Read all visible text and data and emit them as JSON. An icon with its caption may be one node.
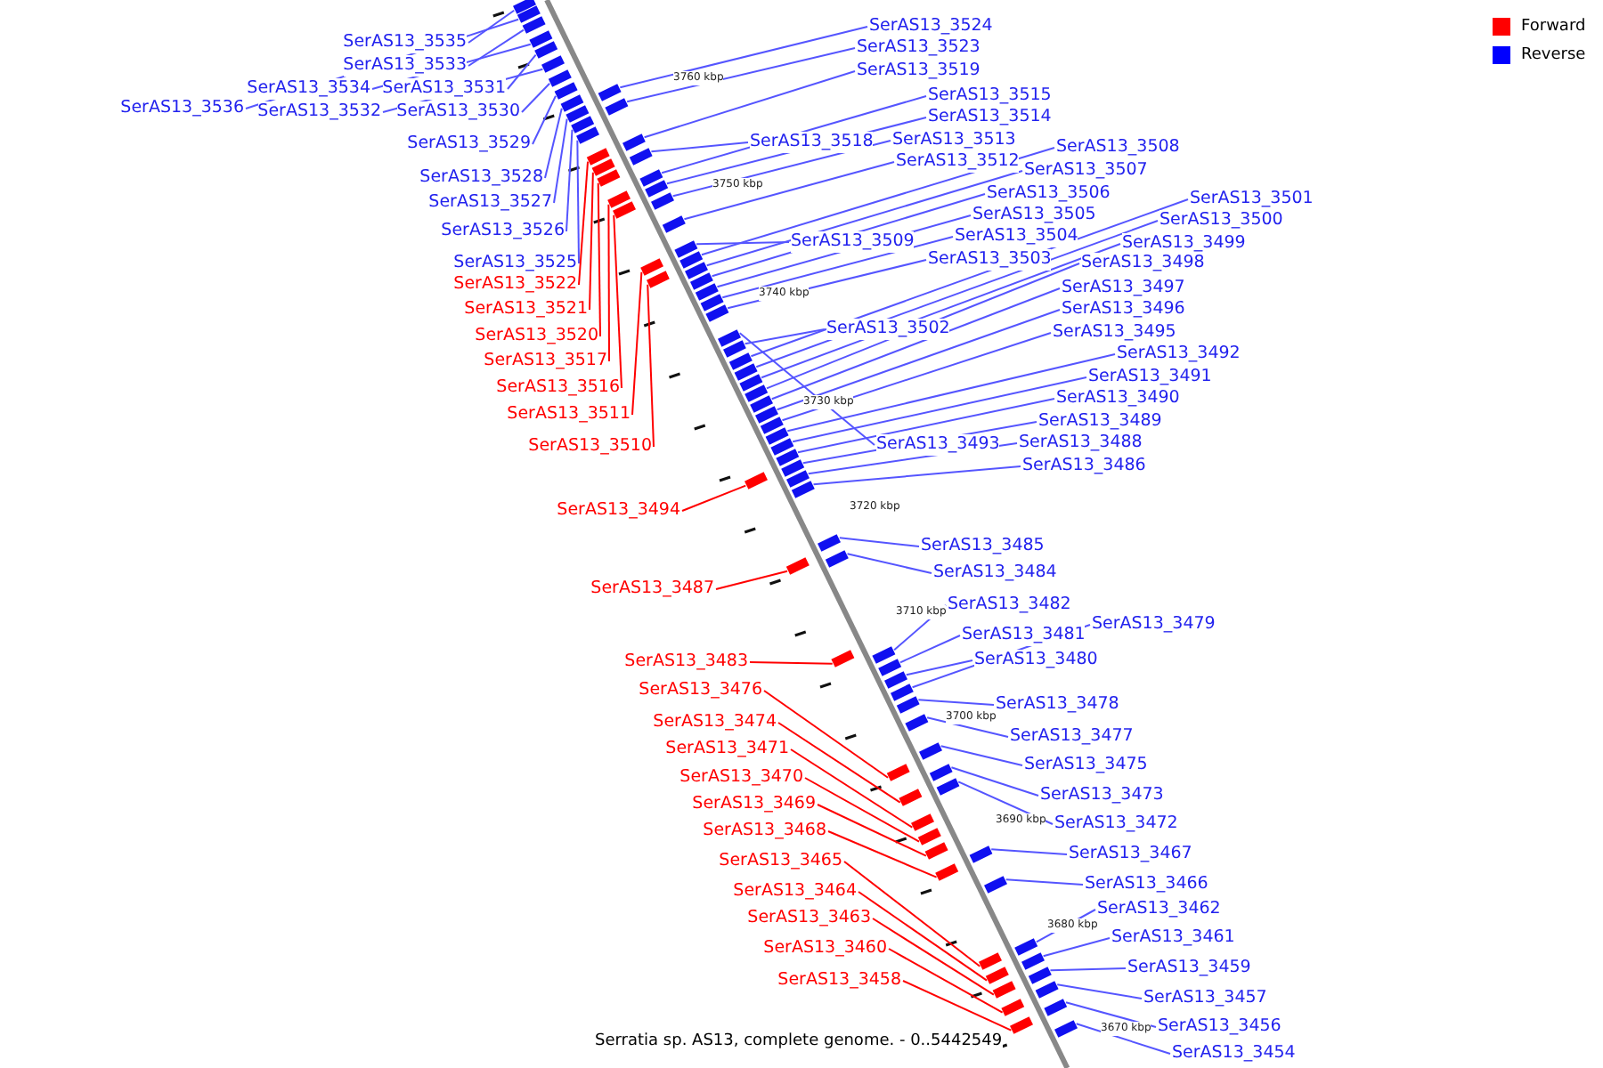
{
  "diagram": {
    "caption": "Serratia sp. AS13, complete genome. - 0..5442549",
    "nodes": [
      {
        "text": [
          "SerAS13_3535"
        ]
      },
      {
        "text": [
          "SerAS13_3533"
        ]
      },
      {
        "text": [
          "SerAS13_3534"
        ]
      },
      {
        "text": [
          "SerAS13_3531"
        ]
      },
      {
        "text": [
          "SerAS13_3536"
        ]
      },
      {
        "text": [
          "SerAS13_3532"
        ]
      },
      {
        "text": [
          "SerAS13_3530"
        ]
      },
      {
        "text": [
          "SerAS13_3529"
        ]
      },
      {
        "text": [
          "SerAS13_3528"
        ]
      },
      {
        "text": [
          "SerAS13_3527"
        ]
      },
      {
        "text": [
          "SerAS13_3526"
        ]
      },
      {
        "text": [
          "SerAS13_3525"
        ]
      },
      {
        "text": [
          "SerAS13_3522"
        ]
      },
      {
        "text": [
          "SerAS13_3521"
        ]
      },
      {
        "text": [
          "SerAS13_3520"
        ]
      },
      {
        "text": [
          "SerAS13_3517"
        ]
      },
      {
        "text": [
          "SerAS13_3516"
        ]
      },
      {
        "text": [
          "SerAS13_3511"
        ]
      },
      {
        "text": [
          "SerAS13_3510"
        ]
      },
      {
        "text": [
          "SerAS13_3494"
        ]
      },
      {
        "text": [
          "SerAS13_3487"
        ]
      },
      {
        "text": [
          "SerAS13_3483"
        ]
      },
      {
        "text": [
          "SerAS13_3476"
        ]
      },
      {
        "text": [
          "SerAS13_3474"
        ]
      },
      {
        "text": [
          "SerAS13_3471"
        ]
      },
      {
        "text": [
          "SerAS13_3470"
        ]
      },
      {
        "text": [
          "SerAS13_3469"
        ]
      },
      {
        "text": [
          "SerAS13_3468"
        ]
      },
      {
        "text": [
          "SerAS13_3465"
        ]
      },
      {
        "text": [
          "SerAS13_3464"
        ]
      },
      {
        "text": [
          "SerAS13_3463"
        ]
      },
      {
        "text": [
          "SerAS13_3460"
        ]
      },
      {
        "text": [
          "SerAS13_3458"
        ]
      },
      {
        "text": [
          "SerAS13_3524"
        ]
      },
      {
        "text": [
          "SerAS13_3523"
        ]
      },
      {
        "text": [
          "SerAS13_3519"
        ]
      },
      {
        "text": [
          "SerAS13_3515"
        ]
      },
      {
        "text": [
          "SerAS13_3514"
        ]
      },
      {
        "text": [
          "SerAS13_3518"
        ]
      },
      {
        "text": [
          "SerAS13_3513"
        ]
      },
      {
        "text": [
          "SerAS13_3512"
        ]
      },
      {
        "text": [
          "SerAS13_3508"
        ]
      },
      {
        "text": [
          "SerAS13_3507"
        ]
      },
      {
        "text": [
          "SerAS13_3506"
        ]
      },
      {
        "text": [
          "SerAS13_3505"
        ]
      },
      {
        "text": [
          "SerAS13_3504"
        ]
      },
      {
        "text": [
          "SerAS13_3503"
        ]
      },
      {
        "text": [
          "SerAS13_3509"
        ]
      },
      {
        "text": [
          "SerAS13_3501"
        ]
      },
      {
        "text": [
          "SerAS13_3500"
        ]
      },
      {
        "text": [
          "SerAS13_3499"
        ]
      },
      {
        "text": [
          "SerAS13_3498"
        ]
      },
      {
        "text": [
          "SerAS13_3497"
        ]
      },
      {
        "text": [
          "SerAS13_3496"
        ]
      },
      {
        "text": [
          "SerAS13_3495"
        ]
      },
      {
        "text": [
          "SerAS13_3502"
        ]
      },
      {
        "text": [
          "SerAS13_3492"
        ]
      },
      {
        "text": [
          "SerAS13_3491"
        ]
      },
      {
        "text": [
          "SerAS13_3490"
        ]
      },
      {
        "text": [
          "SerAS13_3489"
        ]
      },
      {
        "text": [
          "SerAS13_3488"
        ]
      },
      {
        "text": [
          "SerAS13_3486"
        ]
      },
      {
        "text": [
          "SerAS13_3493"
        ]
      },
      {
        "text": [
          "SerAS13_3485"
        ]
      },
      {
        "text": [
          "SerAS13_3484"
        ]
      },
      {
        "text": [
          "SerAS13_3482"
        ]
      },
      {
        "text": [
          "SerAS13_3481"
        ]
      },
      {
        "text": [
          "SerAS13_3479"
        ]
      },
      {
        "text": [
          "SerAS13_3480"
        ]
      },
      {
        "text": [
          "SerAS13_3478"
        ]
      },
      {
        "text": [
          "SerAS13_3477"
        ]
      },
      {
        "text": [
          "SerAS13_3475"
        ]
      },
      {
        "text": [
          "SerAS13_3473"
        ]
      },
      {
        "text": [
          "SerAS13_3472"
        ]
      },
      {
        "text": [
          "SerAS13_3467"
        ]
      },
      {
        "text": [
          "SerAS13_3466"
        ]
      },
      {
        "text": [
          "SerAS13_3462"
        ]
      },
      {
        "text": [
          "SerAS13_3461"
        ]
      },
      {
        "text": [
          "SerAS13_3459"
        ]
      },
      {
        "text": [
          "SerAS13_3457"
        ]
      },
      {
        "text": [
          "SerAS13_3456"
        ]
      },
      {
        "text": [
          "SerAS13_3454"
        ]
      },
      {
        "text": [],
        "shape": "box"
      },
      {
        "text": [],
        "shape": "box"
      },
      {
        "text": [],
        "shape": "box"
      },
      {
        "text": [],
        "shape": "box"
      },
      {
        "text": [],
        "shape": "box"
      },
      {
        "text": [],
        "shape": "box"
      },
      {
        "text": [],
        "shape": "box"
      },
      {
        "text": [],
        "shape": "box"
      },
      {
        "text": [],
        "shape": "box"
      },
      {
        "text": [],
        "shape": "box"
      },
      {
        "text": [],
        "shape": "box"
      },
      {
        "text": [],
        "shape": "box"
      },
      {
        "text": [],
        "shape": "box"
      },
      {
        "text": [],
        "shape": "box"
      },
      {
        "text": [],
        "shape": "box"
      },
      {
        "text": [],
        "shape": "box"
      },
      {
        "text": [],
        "shape": "box"
      },
      {
        "text": [],
        "shape": "box"
      },
      {
        "text": [],
        "shape": "box"
      },
      {
        "text": [],
        "shape": "box"
      },
      {
        "text": [],
        "shape": "box"
      },
      {
        "text": [],
        "shape": "box"
      },
      {
        "text": [],
        "shape": "box"
      },
      {
        "text": [],
        "shape": "box"
      },
      {
        "text": [],
        "shape": "box"
      },
      {
        "text": [],
        "shape": "box"
      },
      {
        "text": [],
        "shape": "box"
      },
      {
        "text": [],
        "shape": "box"
      },
      {
        "text": [],
        "shape": "box"
      },
      {
        "text": [],
        "shape": "box"
      },
      {
        "text": [],
        "shape": "box"
      },
      {
        "text": [],
        "shape": "box"
      },
      {
        "text": [],
        "shape": "box"
      },
      {
        "text": [],
        "shape": "box"
      },
      {
        "text": [],
        "shape": "box"
      },
      {
        "text": [],
        "shape": "box"
      },
      {
        "text": [],
        "shape": "box"
      },
      {
        "text": [],
        "shape": "box"
      },
      {
        "text": [],
        "shape": "box"
      },
      {
        "text": [],
        "shape": "box"
      },
      {
        "text": [],
        "shape": "box"
      },
      {
        "text": [],
        "shape": "box"
      },
      {
        "text": [],
        "shape": "box"
      },
      {
        "text": [],
        "shape": "box"
      },
      {
        "text": [],
        "shape": "box"
      },
      {
        "text": [],
        "shape": "box"
      },
      {
        "text": [],
        "shape": "box"
      },
      {
        "text": [],
        "shape": "box"
      },
      {
        "text": [],
        "shape": "box"
      },
      {
        "text": [],
        "shape": "box"
      },
      {
        "text": [],
        "shape": "box"
      },
      {
        "text": [],
        "shape": "box"
      },
      {
        "text": [],
        "shape": "box"
      },
      {
        "text": [],
        "shape": "box"
      },
      {
        "text": [],
        "shape": "box"
      },
      {
        "text": [],
        "shape": "box"
      },
      {
        "text": [],
        "shape": "box"
      },
      {
        "text": [],
        "shape": "box"
      },
      {
        "text": [],
        "shape": "box"
      },
      {
        "text": [],
        "shape": "box"
      },
      {
        "text": [],
        "shape": "box"
      },
      {
        "text": [],
        "shape": "box"
      },
      {
        "text": [],
        "shape": "box"
      },
      {
        "text": [],
        "shape": "box"
      },
      {
        "text": [],
        "shape": "box"
      },
      {
        "text": [],
        "shape": "box"
      },
      {
        "text": [],
        "shape": "box"
      },
      {
        "text": [],
        "shape": "box"
      },
      {
        "text": [],
        "shape": "box"
      },
      {
        "text": [],
        "shape": "box"
      },
      {
        "text": [],
        "shape": "box"
      },
      {
        "text": [],
        "shape": "box"
      },
      {
        "text": [],
        "shape": "box"
      },
      {
        "text": [],
        "shape": "box"
      },
      {
        "text": [],
        "shape": "box"
      },
      {
        "text": [],
        "shape": "box"
      },
      {
        "text": [],
        "shape": "box"
      },
      {
        "text": [],
        "shape": "box"
      },
      {
        "text": [],
        "shape": "box"
      },
      {
        "text": [],
        "shape": "box"
      },
      {
        "text": [],
        "shape": "box"
      },
      {
        "text": [],
        "shape": "box"
      }
    ],
    "edges": [
      {
        "from": 0,
        "to": 82,
        "arrow": "none"
      },
      {
        "from": 1,
        "to": 83,
        "arrow": "none"
      },
      {
        "from": 2,
        "to": 84,
        "arrow": "none"
      },
      {
        "from": 3,
        "to": 85,
        "arrow": "none"
      },
      {
        "from": 4,
        "to": 86,
        "arrow": "none"
      },
      {
        "from": 5,
        "to": 87,
        "arrow": "none"
      },
      {
        "from": 6,
        "to": 88,
        "arrow": "none"
      },
      {
        "from": 7,
        "to": 89,
        "arrow": "none"
      },
      {
        "from": 8,
        "to": 90,
        "arrow": "none"
      },
      {
        "from": 9,
        "to": 91,
        "arrow": "none"
      },
      {
        "from": 10,
        "to": 92,
        "arrow": "none"
      },
      {
        "from": 11,
        "to": 93,
        "arrow": "none"
      },
      {
        "from": 12,
        "to": 94,
        "arrow": "none",
        "color": "#ff0000"
      },
      {
        "from": 13,
        "to": 95,
        "arrow": "none",
        "color": "#ff0000"
      },
      {
        "from": 14,
        "to": 96,
        "arrow": "none",
        "color": "#ff0000"
      },
      {
        "from": 15,
        "to": 97,
        "arrow": "none",
        "color": "#ff0000"
      },
      {
        "from": 16,
        "to": 98,
        "arrow": "none",
        "color": "#ff0000"
      },
      {
        "from": 17,
        "to": 99,
        "arrow": "none",
        "color": "#ff0000"
      },
      {
        "from": 18,
        "to": 100,
        "arrow": "none",
        "color": "#ff0000"
      },
      {
        "from": 19,
        "to": 101,
        "arrow": "none",
        "color": "#ff0000"
      },
      {
        "from": 20,
        "to": 102,
        "arrow": "none",
        "color": "#ff0000"
      },
      {
        "from": 21,
        "to": 103,
        "arrow": "none",
        "color": "#ff0000"
      },
      {
        "from": 22,
        "to": 104,
        "arrow": "none",
        "color": "#ff0000"
      },
      {
        "from": 23,
        "to": 105,
        "arrow": "none",
        "color": "#ff0000"
      },
      {
        "from": 24,
        "to": 106,
        "arrow": "none",
        "color": "#ff0000"
      },
      {
        "from": 25,
        "to": 107,
        "arrow": "none",
        "color": "#ff0000"
      },
      {
        "from": 26,
        "to": 108,
        "arrow": "none",
        "color": "#ff0000"
      },
      {
        "from": 27,
        "to": 109,
        "arrow": "none",
        "color": "#ff0000"
      },
      {
        "from": 28,
        "to": 110,
        "arrow": "none",
        "color": "#ff0000"
      },
      {
        "from": 29,
        "to": 111,
        "arrow": "none",
        "color": "#ff0000"
      },
      {
        "from": 30,
        "to": 112,
        "arrow": "none",
        "color": "#ff0000"
      },
      {
        "from": 31,
        "to": 113,
        "arrow": "none",
        "color": "#ff0000"
      },
      {
        "from": 32,
        "to": 114,
        "arrow": "none",
        "color": "#ff0000"
      },
      {
        "from": 33,
        "to": 115,
        "arrow": "none"
      },
      {
        "from": 34,
        "to": 116,
        "arrow": "none"
      },
      {
        "from": 35,
        "to": 117,
        "arrow": "none"
      },
      {
        "from": 36,
        "to": 118,
        "arrow": "none"
      },
      {
        "from": 37,
        "to": 119,
        "arrow": "none"
      },
      {
        "from": 38,
        "to": 120,
        "arrow": "none"
      },
      {
        "from": 39,
        "to": 121,
        "arrow": "none"
      },
      {
        "from": 40,
        "to": 122,
        "arrow": "none"
      },
      {
        "from": 41,
        "to": 123,
        "arrow": "none"
      },
      {
        "from": 42,
        "to": 124,
        "arrow": "none"
      },
      {
        "from": 43,
        "to": 125,
        "arrow": "none"
      },
      {
        "from": 44,
        "to": 126,
        "arrow": "none"
      },
      {
        "from": 45,
        "to": 127,
        "arrow": "none"
      },
      {
        "from": 46,
        "to": 128,
        "arrow": "none"
      },
      {
        "from": 47,
        "to": 129,
        "arrow": "none"
      },
      {
        "from": 48,
        "to": 130,
        "arrow": "none"
      },
      {
        "from": 49,
        "to": 131,
        "arrow": "none"
      },
      {
        "from": 50,
        "to": 132,
        "arrow": "none"
      },
      {
        "from": 51,
        "to": 133,
        "arrow": "none"
      },
      {
        "from": 52,
        "to": 134,
        "arrow": "none"
      },
      {
        "from": 53,
        "to": 135,
        "arrow": "none"
      },
      {
        "from": 54,
        "to": 136,
        "arrow": "none"
      },
      {
        "from": 55,
        "to": 137,
        "arrow": "none"
      },
      {
        "from": 56,
        "to": 138,
        "arrow": "none"
      },
      {
        "from": 57,
        "to": 139,
        "arrow": "none"
      },
      {
        "from": 58,
        "to": 140,
        "arrow": "none"
      },
      {
        "from": 59,
        "to": 141,
        "arrow": "none"
      },
      {
        "from": 60,
        "to": 142,
        "arrow": "none"
      },
      {
        "from": 61,
        "to": 143,
        "arrow": "none"
      },
      {
        "from": 62,
        "to": 144,
        "arrow": "none"
      },
      {
        "from": 63,
        "to": 145,
        "arrow": "none"
      },
      {
        "from": 64,
        "to": 146,
        "arrow": "none"
      },
      {
        "from": 65,
        "to": 147,
        "arrow": "none"
      },
      {
        "from": 66,
        "to": 148,
        "arrow": "none"
      },
      {
        "from": 67,
        "to": 149,
        "arrow": "none"
      },
      {
        "from": 68,
        "to": 150,
        "arrow": "none"
      },
      {
        "from": 69,
        "to": 151,
        "arrow": "none"
      },
      {
        "from": 70,
        "to": 152,
        "arrow": "none"
      },
      {
        "from": 71,
        "to": 153,
        "arrow": "none"
      },
      {
        "from": 72,
        "to": 154,
        "arrow": "none"
      },
      {
        "from": 73,
        "to": 155,
        "arrow": "none"
      },
      {
        "from": 74,
        "to": 156,
        "arrow": "none"
      },
      {
        "from": 75,
        "to": 157,
        "arrow": "none"
      },
      {
        "from": 76,
        "to": 158,
        "arrow": "none"
      },
      {
        "from": 77,
        "to": 159,
        "arrow": "none"
      },
      {
        "from": 78,
        "to": 160,
        "arrow": "none"
      },
      {
        "from": 79,
        "to": 161,
        "arrow": "none"
      },
      {
        "from": 80,
        "to": 162,
        "arrow": "none"
      },
      {
        "from": 81,
        "to": 163,
        "arrow": "none"
      }
    ],
    "labels": [
      "3760 kbp",
      "3750 kbp",
      "3740 kbp",
      "3730 kbp",
      "3720 kbp",
      "3710 kbp",
      "3700 kbp",
      "3690 kbp",
      "3680 kbp",
      "3670 kbp"
    ],
    "legend": [
      {
        "text": "Forward",
        "color": "#ff0000"
      },
      {
        "text": "Reverse",
        "color": "#0000ff"
      }
    ]
  }
}
